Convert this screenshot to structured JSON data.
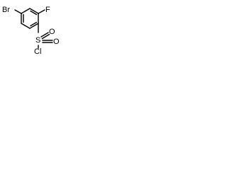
{
  "molecule": {
    "atoms": {
      "bromine": "Br",
      "fluorine": "F",
      "sulfur": "S",
      "oxygen_top": "O",
      "oxygen_right": "O",
      "chlorine": "Cl"
    },
    "colors": {
      "bond": "#000000",
      "label": "#000000",
      "background": "#ffffff"
    }
  }
}
